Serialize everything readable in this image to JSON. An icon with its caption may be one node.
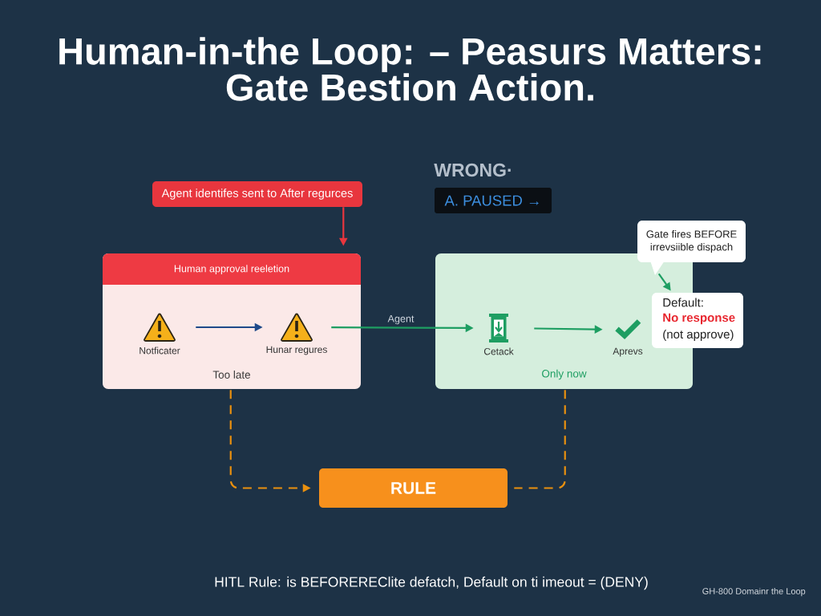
{
  "diagram": {
    "title": "Human-in-the Loop: – Peasurs Matters: Gate Bestion Action.",
    "nodes": [
      {
        "text": [
          "Agent identifes sent to After regurces"
        ]
      },
      {
        "text": [
          "A. PAUSED →"
        ],
        "beside": [
          "WRONG·"
        ]
      },
      {
        "text": [
          "Human approval reeletion",
          "Too late"
        ]
      },
      {
        "text": [
          "Notficater"
        ],
        "in": 2
      },
      {
        "text": [
          "Hunar regures"
        ],
        "in": 2
      },
      {
        "text": [
          "Only now"
        ]
      },
      {
        "text": [
          "Cetack"
        ],
        "in": 5
      },
      {
        "text": [
          "Aprevs"
        ],
        "in": 5
      },
      {
        "text": [
          "Gate fires BEFORE irrevsiible dispach"
        ]
      },
      {
        "text": [
          "Default:",
          "No response",
          "(not approve)"
        ]
      },
      {
        "text": [
          "RULE"
        ]
      }
    ],
    "edges": [
      {
        "from": 0,
        "to": 2,
        "arrow": "to",
        "color": "#e8363e"
      },
      {
        "from": 3,
        "to": 4,
        "arrow": "to",
        "color": "#1f4a8a"
      },
      {
        "from": 4,
        "to": 6,
        "arrow": "to",
        "label": "Agent"
      },
      {
        "from": 6,
        "to": 7,
        "arrow": "to"
      },
      {
        "from": 8,
        "to": 9,
        "arrow": "to"
      },
      {
        "from": 2,
        "to": 10,
        "arrow": "to",
        "style": "dashed",
        "color": "#e9900f"
      },
      {
        "from": 5,
        "to": 10,
        "arrow": "none",
        "style": "dashed",
        "color": "#e9900f"
      }
    ],
    "labels": [
      "HITL Rule: is BEFOREREClite defatch, Default on ti imeout = (DENY)",
      "GH-800 Domainr the Loop"
    ]
  }
}
